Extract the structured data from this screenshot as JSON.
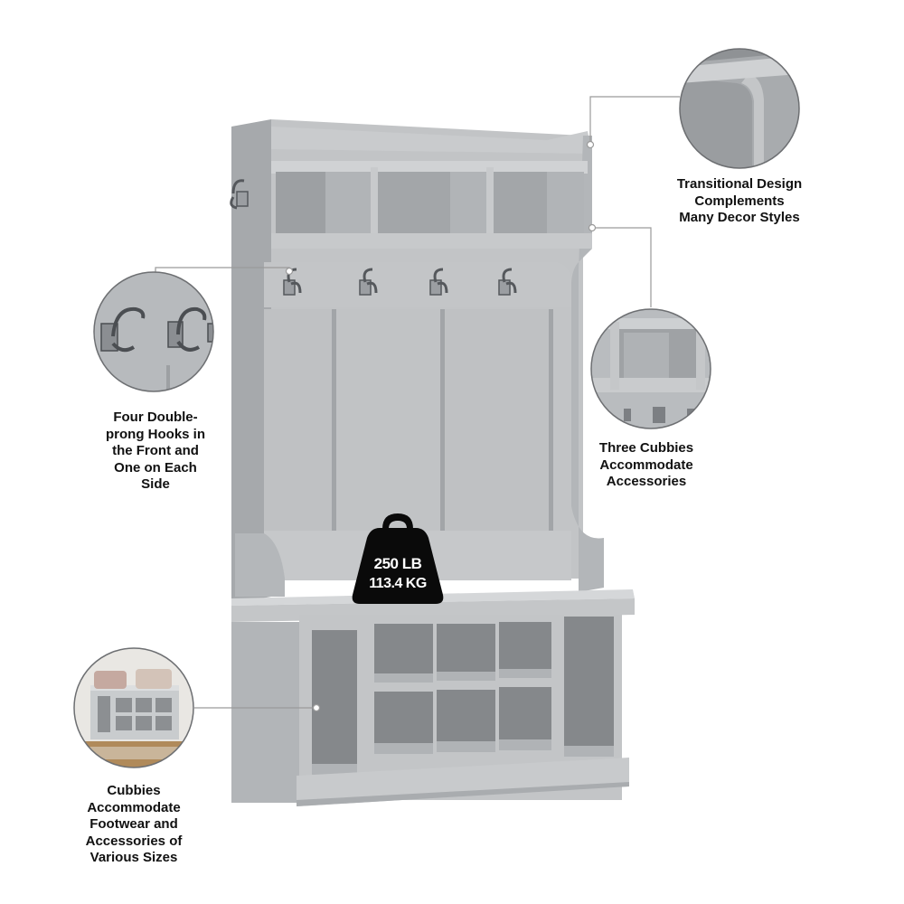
{
  "product": {
    "name_icon": "hall-tree-with-bench-icon",
    "finish_color": "#b9bcbf"
  },
  "weight_badge": {
    "icon": "weight-icon",
    "line1": "250 LB",
    "line2": "113.4 KG"
  },
  "callouts": {
    "design": {
      "lines": [
        "Transitional Design",
        "Complements",
        "Many Decor Styles"
      ]
    },
    "hooks": {
      "lines": [
        "Four Double-",
        "prong Hooks in",
        "the Front and",
        "One on Each",
        "Side"
      ]
    },
    "cubbies_top": {
      "lines": [
        "Three Cubbies",
        "Accommodate",
        "Accessories"
      ]
    },
    "cubbies_bottom": {
      "lines": [
        "Cubbies",
        "Accommodate",
        "Footwear and",
        "Accessories of",
        "Various Sizes"
      ]
    }
  },
  "colors": {
    "wood": "#b9bcbf",
    "wood_dark": "#8e9194",
    "wood_light": "#d2d4d6",
    "badge": "#0a0a0a",
    "leader": "#9a9a9a"
  }
}
